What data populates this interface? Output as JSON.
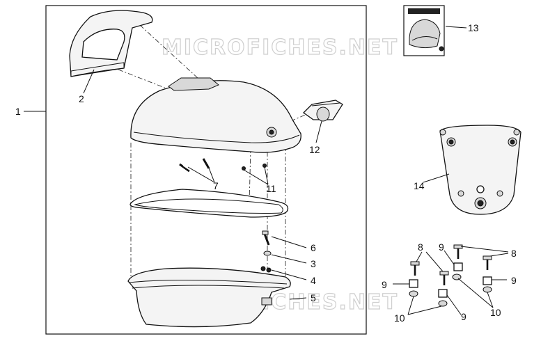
{
  "watermark": "MICROFICHES.NET",
  "callouts": {
    "c1": "1",
    "c2": "2",
    "c3": "3",
    "c4": "4",
    "c5": "5",
    "c6": "6",
    "c7": "7",
    "c8a": "8",
    "c8b": "8",
    "c8c": "8",
    "c9a": "9",
    "c9b": "9",
    "c9c": "9",
    "c9d": "9",
    "c10a": "10",
    "c10b": "10",
    "c11": "11",
    "c12": "12",
    "c13": "13",
    "c14": "14"
  }
}
